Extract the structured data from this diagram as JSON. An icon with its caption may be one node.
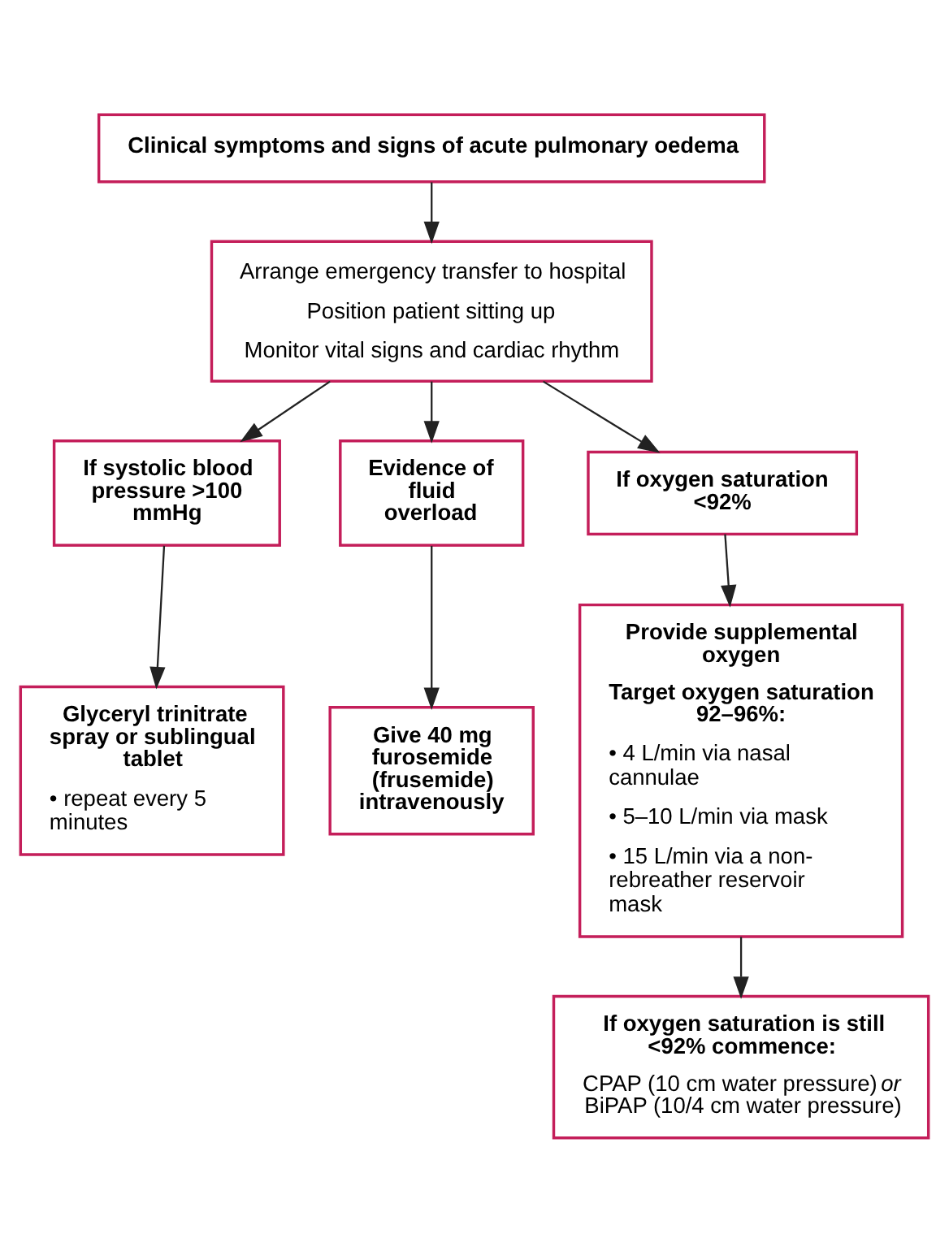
{
  "diagram": {
    "nodes": [
      {
        "text": [
          "Clinical symptoms and signs of acute pulmonary oedema"
        ]
      },
      {
        "text": [
          "Arrange emergency transfer to hospital",
          "Position patient sitting up",
          "Monitor vital signs and cardiac rhythm"
        ]
      },
      {
        "text": [
          "If systolic blood pressure >100 mmHg"
        ]
      },
      {
        "text": [
          "Evidence of fluid overload"
        ]
      },
      {
        "text": [
          "If oxygen saturation <92%"
        ]
      },
      {
        "text": [
          "Glyceryl trinitrate spray or sublingual tablet",
          "• repeat every 5 minutes"
        ]
      },
      {
        "text": [
          "Give 40 mg furosemide (frusemide) intravenously"
        ]
      },
      {
        "text": [
          "Provide supplemental oxygen",
          "Target oxygen saturation 92–96%:",
          "• 4 L/min via nasal cannulae",
          "• 5–10 L/min via mask",
          "• 15 L/min via a non-rebreather reservoir mask"
        ]
      },
      {
        "text": [
          "If oxygen saturation is still <92% commence:",
          "CPAP (10 cm water pressure) *or* BiPAP (10/4 cm water pressure)"
        ]
      }
    ],
    "edges": [
      {
        "from": 0,
        "to": 1,
        "arrow": "to"
      },
      {
        "from": 1,
        "to": 2,
        "arrow": "to"
      },
      {
        "from": 1,
        "to": 3,
        "arrow": "to"
      },
      {
        "from": 1,
        "to": 4,
        "arrow": "to"
      },
      {
        "from": 2,
        "to": 5,
        "arrow": "to"
      },
      {
        "from": 3,
        "to": 6,
        "arrow": "to"
      },
      {
        "from": 4,
        "to": 7,
        "arrow": "to"
      },
      {
        "from": 7,
        "to": 8,
        "arrow": "to"
      }
    ]
  }
}
